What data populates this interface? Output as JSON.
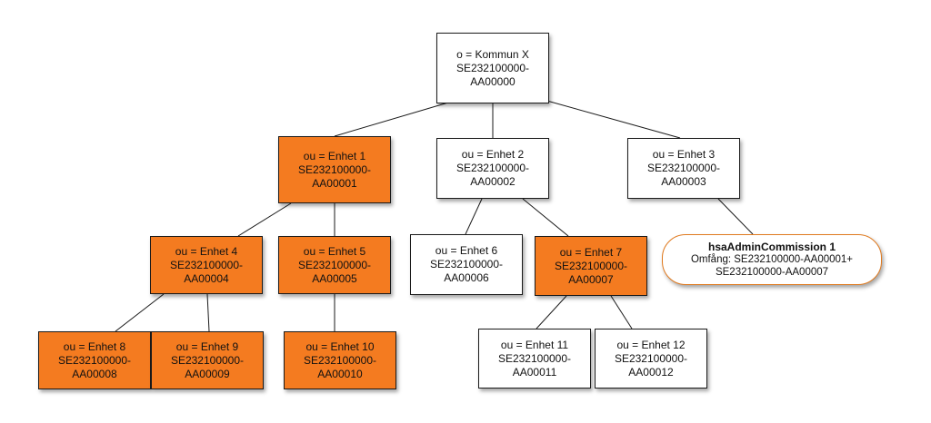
{
  "colors": {
    "highlight": "#f47b20",
    "border": "#1a1a1a",
    "commission_border": "#e07a1f"
  },
  "nodes": {
    "root": {
      "label": "o = Kommun X",
      "id1": "SE232100000-",
      "id2": "AA00000",
      "highlighted": false
    },
    "enhet1": {
      "label": "ou = Enhet 1",
      "id1": "SE232100000-",
      "id2": "AA00001",
      "highlighted": true
    },
    "enhet2": {
      "label": "ou = Enhet 2",
      "id1": "SE232100000-",
      "id2": "AA00002",
      "highlighted": false
    },
    "enhet3": {
      "label": "ou = Enhet 3",
      "id1": "SE232100000-",
      "id2": "AA00003",
      "highlighted": false
    },
    "enhet4": {
      "label": "ou = Enhet 4",
      "id1": "SE232100000-",
      "id2": "AA00004",
      "highlighted": true
    },
    "enhet5": {
      "label": "ou = Enhet 5",
      "id1": "SE232100000-",
      "id2": "AA00005",
      "highlighted": true
    },
    "enhet6": {
      "label": "ou = Enhet 6",
      "id1": "SE232100000-",
      "id2": "AA00006",
      "highlighted": false
    },
    "enhet7": {
      "label": "ou = Enhet 7",
      "id1": "SE232100000-",
      "id2": "AA00007",
      "highlighted": true
    },
    "enhet8": {
      "label": "ou = Enhet 8",
      "id1": "SE232100000-",
      "id2": "AA00008",
      "highlighted": true
    },
    "enhet9": {
      "label": "ou = Enhet 9",
      "id1": "SE232100000-",
      "id2": "AA00009",
      "highlighted": true
    },
    "enhet10": {
      "label": "ou = Enhet 10",
      "id1": "SE232100000-",
      "id2": "AA00010",
      "highlighted": true
    },
    "enhet11": {
      "label": "ou = Enhet 11",
      "id1": "SE232100000-",
      "id2": "AA00011",
      "highlighted": false
    },
    "enhet12": {
      "label": "ou = Enhet 12",
      "id1": "SE232100000-",
      "id2": "AA00012",
      "highlighted": false
    }
  },
  "commission": {
    "title": "hsaAdminCommission 1",
    "line1": "Omfång: SE232100000-AA00001+",
    "line2": "SE232100000-AA00007"
  },
  "edges": [
    [
      "root",
      "enhet1"
    ],
    [
      "root",
      "enhet2"
    ],
    [
      "root",
      "enhet3"
    ],
    [
      "enhet1",
      "enhet4"
    ],
    [
      "enhet1",
      "enhet5"
    ],
    [
      "enhet2",
      "enhet6"
    ],
    [
      "enhet2",
      "enhet7"
    ],
    [
      "enhet3",
      "commission"
    ],
    [
      "enhet4",
      "enhet8"
    ],
    [
      "enhet4",
      "enhet9"
    ],
    [
      "enhet5",
      "enhet10"
    ],
    [
      "enhet7",
      "enhet11"
    ],
    [
      "enhet7",
      "enhet12"
    ]
  ]
}
